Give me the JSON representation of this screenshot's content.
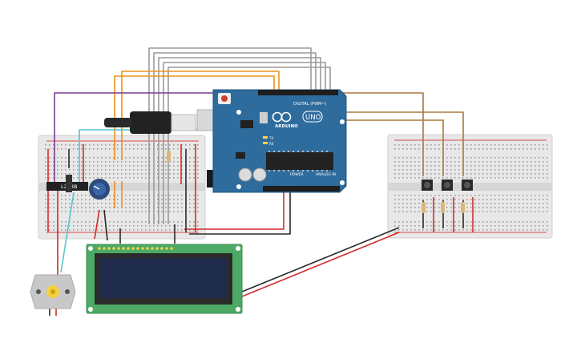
{
  "arduino": {
    "brand": "ARDUINO",
    "model": "UNO",
    "digital_label": "DIGITAL (PWM~)",
    "power_label": "POWER",
    "analog_label": "ANALOG IN",
    "tx_label": "TX",
    "rx_label": "RX"
  },
  "driver": {
    "label": "L298B"
  },
  "colors": {
    "board_blue": "#2e6c9e",
    "breadboard": "#e6e6e6",
    "lcd_pcb": "#4caa66",
    "lcd_screen": "#1f2b4a",
    "wire_gray": "#9a9a9a",
    "wire_orange": "#e8931c",
    "wire_purple": "#7a3d8f",
    "wire_teal": "#57c4cf",
    "wire_brown": "#a87a3e",
    "wire_red": "#d42b2b",
    "wire_black": "#2a2a2a"
  },
  "icons": {
    "potentiometer": "potentiometer-knob-icon",
    "motor": "dc-motor-icon",
    "pushbutton": "pushbutton-icon",
    "resistor": "resistor-icon"
  }
}
